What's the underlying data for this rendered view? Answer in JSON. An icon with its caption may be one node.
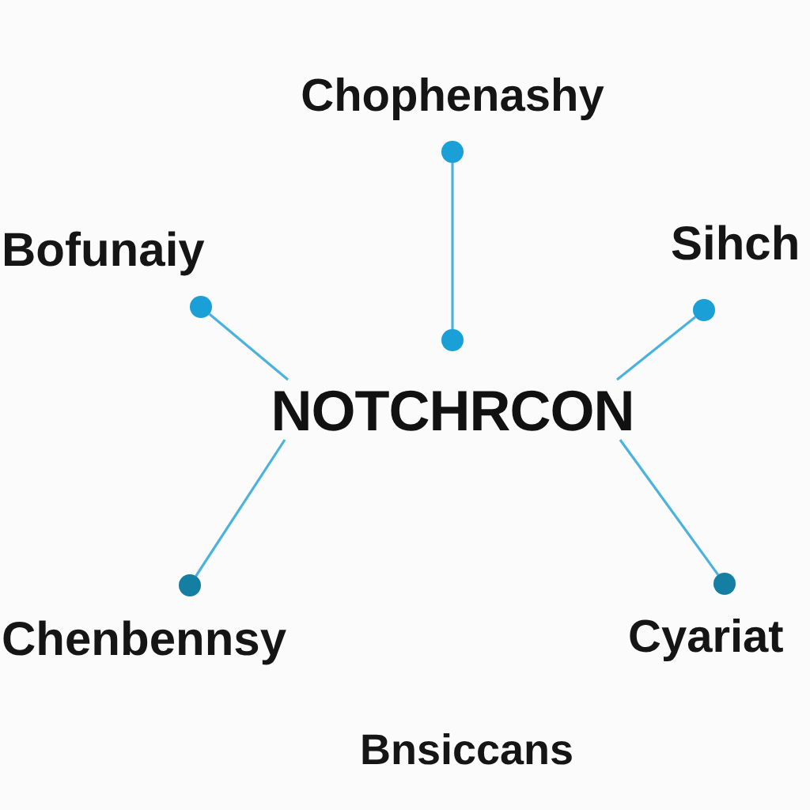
{
  "diagram": {
    "nodes": [
      {
        "text": [],
        "shape": "circle",
        "beside": [
          "Chophenashy"
        ]
      },
      {
        "text": [],
        "shape": "circle",
        "beside": [
          "Bofunaiy"
        ]
      },
      {
        "text": [],
        "shape": "circle",
        "beside": [
          "Sihch"
        ]
      },
      {
        "text": [],
        "shape": "circle"
      },
      {
        "text": [
          "NOTCHRCON"
        ]
      },
      {
        "text": [],
        "shape": "circle",
        "beside": [
          "Chenbennsy"
        ]
      },
      {
        "text": [],
        "shape": "circle",
        "beside": [
          "Cyariat"
        ]
      }
    ],
    "edges": [
      {
        "from": 0,
        "to": 3,
        "arrow": "none"
      },
      {
        "from": 4,
        "to": 1,
        "arrow": "none"
      },
      {
        "from": 4,
        "to": 2,
        "arrow": "none"
      },
      {
        "from": 4,
        "to": 5,
        "arrow": "none"
      },
      {
        "from": 4,
        "to": 6,
        "arrow": "none"
      }
    ],
    "labels": [
      "Bnsiccans"
    ]
  }
}
